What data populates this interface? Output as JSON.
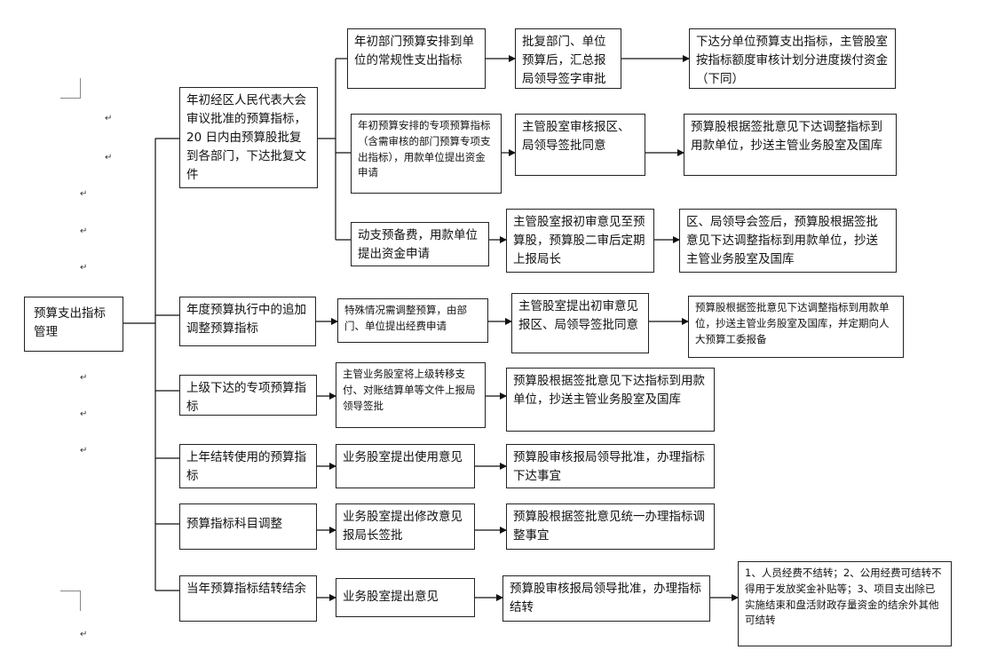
{
  "root": "预算支出指标管理",
  "branches": [
    {
      "label": "年初经区人民代表大会审议批准的预算指标，20 日内由预算股批复到各部门，下达批复文件",
      "rows": [
        [
          "年初部门预算安排到单位的常规性支出指标",
          "批复部门、单位预算后，汇总报局领导签字审批",
          "下达分单位预算支出指标，主管股室按指标额度审核计划分进度拨付资金（下同）"
        ],
        [
          "年初预算安排的专项预算指标（含需审核的部门预算专项支出指标），用款单位提出资金申请",
          "主管股室审核报区、局领导签批同意",
          "预算股根据签批意见下达调整指标到用款单位，抄送主管业务股室及国库"
        ],
        [
          "动支预备费，用款单位提出资金申请",
          "主管股室报初审意见至预算股，预算股二审后定期上报局长",
          "区、局领导会签后，预算股根据签批意见下达调整指标到用款单位，抄送主管业务股室及国库"
        ]
      ]
    },
    {
      "label": "年度预算执行中的追加调整预算指标",
      "steps": [
        "特殊情况需调整预算，由部门、单位提出经费申请",
        "主管股室提出初审意见报区、局领导签批同意",
        "预算股根据签批意见下达调整指标到用款单位，抄送主管业务股室及国库，并定期向人大预算工委报备"
      ]
    },
    {
      "label": "上级下达的专项预算指标",
      "steps": [
        "主管业务股室将上级转移支付、对账结算单等文件上报局领导签批",
        "预算股根据签批意见下达指标到用款单位，抄送主管业务股室及国库"
      ]
    },
    {
      "label": "上年结转使用的预算指标",
      "steps": [
        "业务股室提出使用意见",
        "预算股审核报局领导批准，办理指标下达事宜"
      ]
    },
    {
      "label": "预算指标科目调整",
      "steps": [
        "业务股室提出修改意见报局长签批",
        "预算股根据签批意见统一办理指标调整事宜"
      ]
    },
    {
      "label": "当年预算指标结转结余",
      "steps": [
        "业务股室提出意见",
        "预算股审核报局领导批准，办理指标结转",
        "1、人员经费不结转；2、公用经费可结转不得用于发放奖金补贴等；3、项目支出除已实施结束和盘活财政存量资金的结余外其他可结转"
      ]
    }
  ],
  "margin_mark": "↵"
}
